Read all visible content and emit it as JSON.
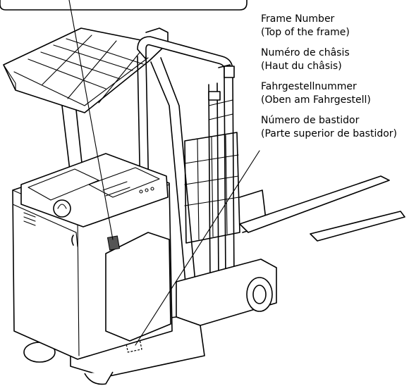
{
  "labels": {
    "english": {
      "line1": "Frame Number",
      "line2": "(Top of the frame)"
    },
    "french": {
      "line1": "Numéro de châsis",
      "line2": "(Haut du châsis)"
    },
    "german": {
      "line1": "Fahrgestellnummer",
      "line2": "(Oben am Fahrgestell)"
    },
    "spanish": {
      "line1": "Número de bastidor",
      "line2": "(Parte superior de bastidor)"
    }
  },
  "colors": {
    "line": "#000000",
    "background": "#ffffff",
    "plate": "#555555"
  }
}
